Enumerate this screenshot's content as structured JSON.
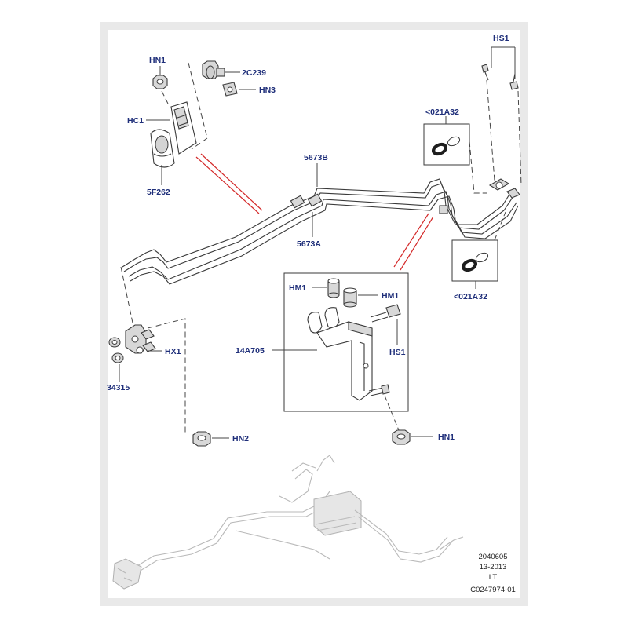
{
  "colors": {
    "background": "#ffffff",
    "frame": "#e9e9e9",
    "label": "#1f2f7a",
    "callout_line": "#d42a2a",
    "line_art": "#3a3a3a"
  },
  "labels": {
    "hn1_top": "HN1",
    "c2c239": "2C239",
    "hn3": "HN3",
    "hc1": "HC1",
    "f5f262": "5F262",
    "hs1_top": "HS1",
    "seal_top": "<021A32",
    "p5673b": "5673B",
    "p5673a": "5673A",
    "seal_bottom": "<021A32",
    "hm1_left": "HM1",
    "hm1_right": "HM1",
    "p14a705": "14A705",
    "hs1_mid": "HS1",
    "hx1": "HX1",
    "p34315": "34315",
    "hn2": "HN2",
    "hn1_bottom": "HN1"
  },
  "reference": {
    "line1": "2040605",
    "line2": "13-2013",
    "line3": "LT",
    "line4": "C0247974-01"
  }
}
